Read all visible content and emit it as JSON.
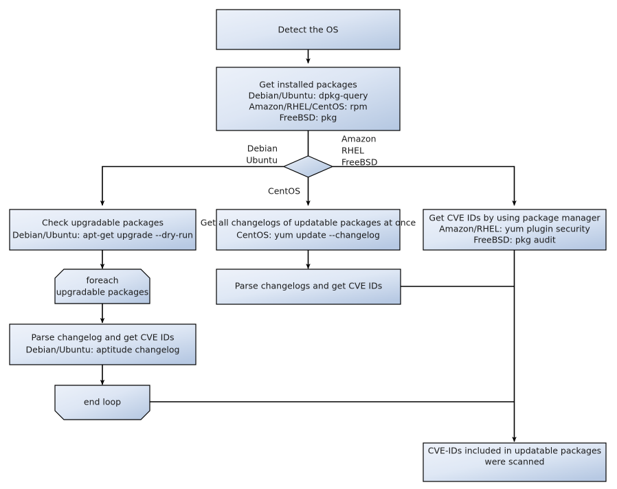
{
  "diagram": {
    "title": "OS package CVE scanning flowchart",
    "type": "flowchart",
    "background_color": "#ffffff",
    "palette": {
      "node_fill_light": "#e8eef8",
      "node_fill_dark": "#b6c9e2",
      "node_stroke": "#000000",
      "connector_stroke": "#000000",
      "text_color": "#1a1a1a"
    },
    "nodes": {
      "detect_os": {
        "shape": "process",
        "lines": [
          "Detect the OS"
        ]
      },
      "get_installed_packages": {
        "shape": "process",
        "lines": [
          "Get installed packages",
          "Debian/Ubuntu: dpkg-query",
          "Amazon/RHEL/CentOS: rpm",
          "FreeBSD: pkg"
        ]
      },
      "os_decision": {
        "shape": "decision",
        "lines": []
      },
      "check_upgradable": {
        "shape": "process",
        "lines": [
          "Check upgradable packages",
          "Debian/Ubuntu: apt-get upgrade --dry-run"
        ]
      },
      "get_all_changelogs": {
        "shape": "process",
        "lines": [
          "Get all changelogs of updatable packages at once",
          "CentOS: yum update --changelog"
        ]
      },
      "get_cve_ids_pkg_manager": {
        "shape": "process",
        "lines": [
          "Get CVE IDs by using package manager",
          "Amazon/RHEL: yum plugin security",
          "FreeBSD: pkg audit"
        ]
      },
      "foreach_loop_start": {
        "shape": "loop-start",
        "lines": [
          "foreach",
          "upgradable  packages"
        ]
      },
      "parse_changelog_single": {
        "shape": "process",
        "lines": [
          "Parse changelog and get  CVE IDs",
          "Debian/Ubuntu: aptitude changelog"
        ]
      },
      "parse_changelogs_all": {
        "shape": "process",
        "lines": [
          "Parse changelogs and get CVE IDs"
        ]
      },
      "end_loop": {
        "shape": "loop-end",
        "lines": [
          "end loop"
        ]
      },
      "scan_result": {
        "shape": "process",
        "lines": [
          "CVE-IDs included in updatable packages",
          "were scanned"
        ]
      }
    },
    "edge_labels": {
      "branch_debian": [
        "Debian",
        "Ubuntu"
      ],
      "branch_amazon": [
        "Amazon",
        "RHEL",
        "FreeBSD"
      ],
      "branch_centos": [
        "CentOS"
      ]
    }
  }
}
